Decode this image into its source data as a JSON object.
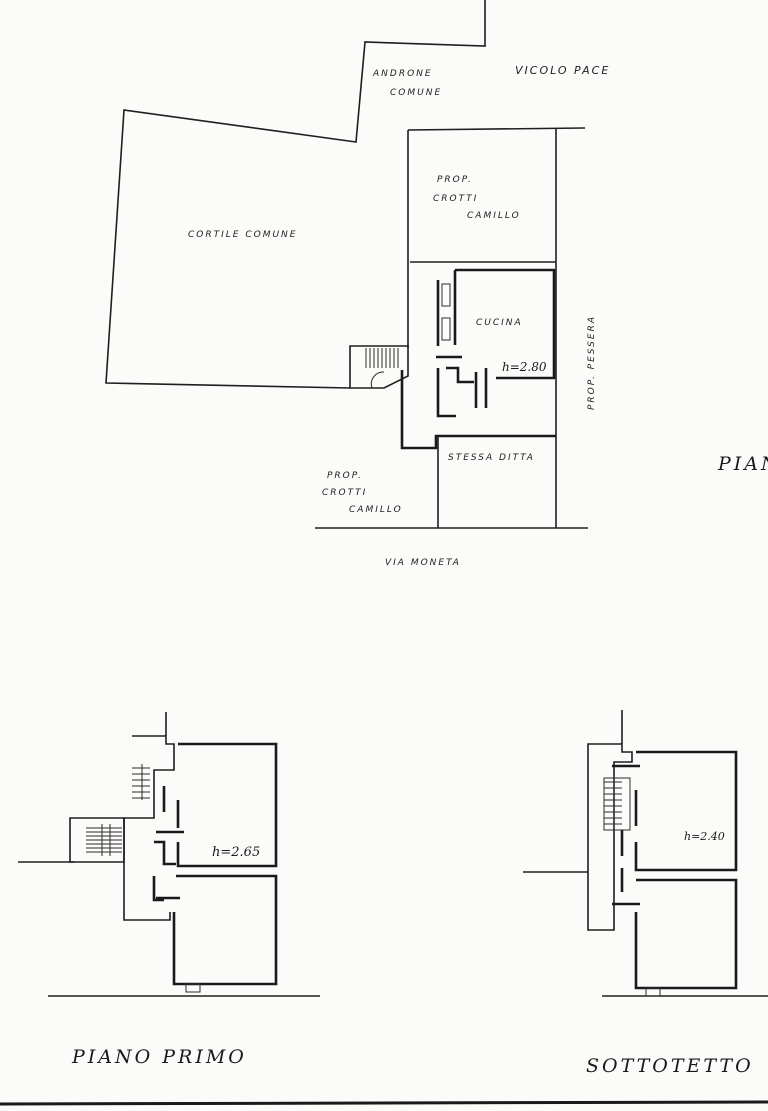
{
  "ground_floor": {
    "androne_1": "ANDRONE",
    "androne_2": "COMUNE",
    "vicolo": "VICOLO  PACE",
    "cortile": "CORTILE   COMUNE",
    "prop_top_1": "PROP.",
    "prop_top_2": "CROTTI",
    "prop_top_3": "CAMILLO",
    "cucina": "CUCINA",
    "height": "h=2.80",
    "prop_right": "PROP.  PESSERA",
    "stessa": "STESSA DITTA",
    "prop_bottom_1": "PROP.",
    "prop_bottom_2": "CROTTI",
    "prop_bottom_3": "CAMILLO",
    "via": "VIA        MONETA",
    "side_title": "PIAN"
  },
  "first_floor": {
    "height": "h=2.65",
    "title": "PIANO    PRIMO"
  },
  "attic": {
    "height": "h=2.40",
    "title": "SOTTOTETTO"
  }
}
